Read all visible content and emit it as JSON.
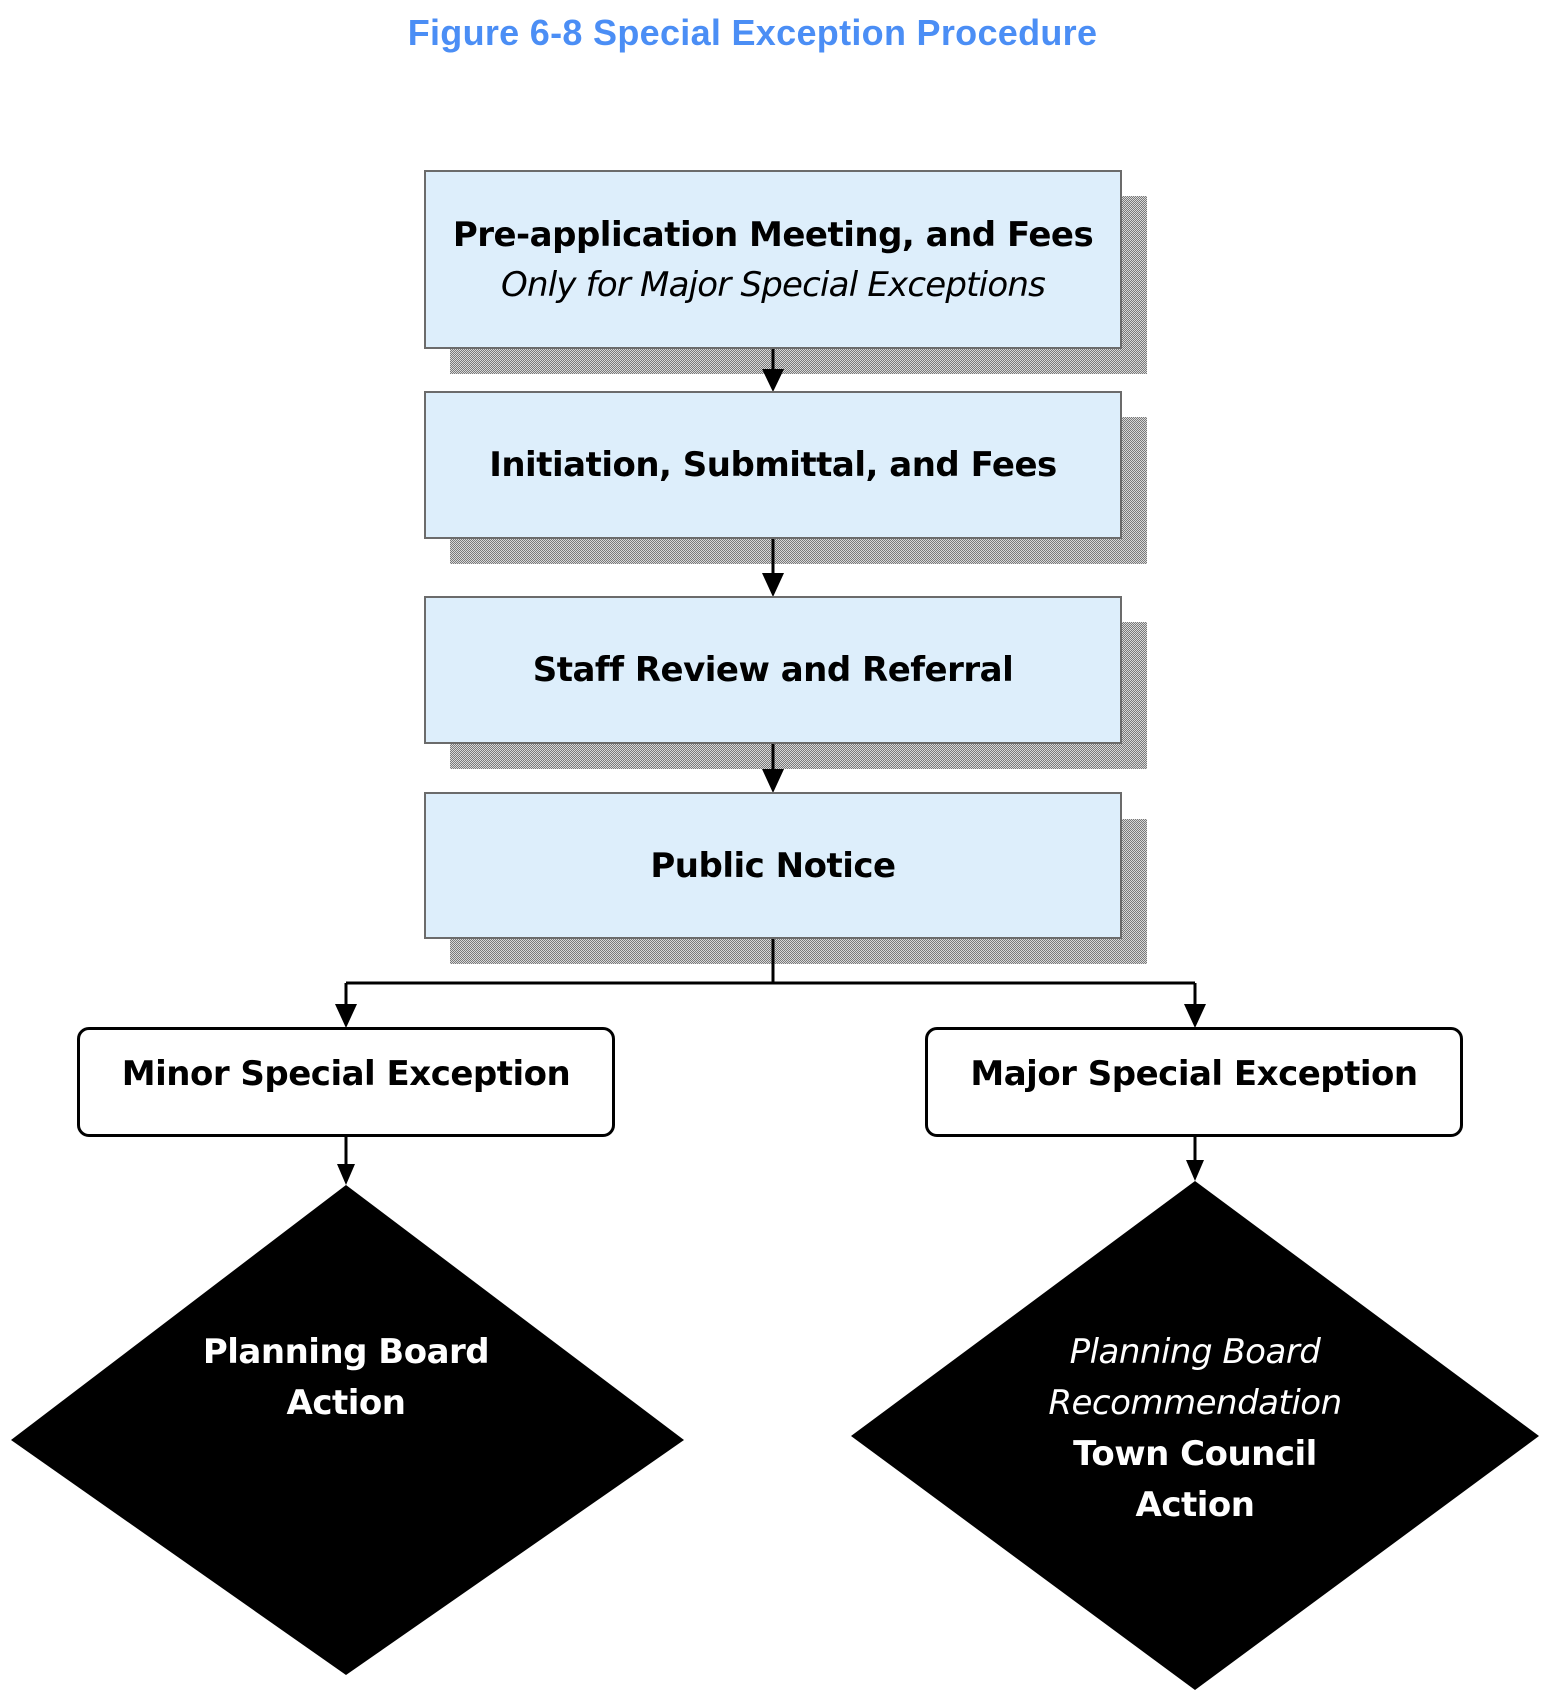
{
  "figure": {
    "title": "Figure 6-8 Special Exception Procedure",
    "title_color": "#4b8ef5",
    "step_fill": "#ddeefb",
    "step_border": "#6b6b6b"
  },
  "steps": [
    {
      "label": "Pre-application Meeting, and Fees",
      "note": "Only for Major Special Exceptions"
    },
    {
      "label": "Initiation, Submittal, and Fees"
    },
    {
      "label": "Staff Review and Referral"
    },
    {
      "label": "Public Notice"
    }
  ],
  "branches": {
    "minor": {
      "label": "Minor Special Exception",
      "decision": {
        "lines": [
          {
            "text": "Planning Board",
            "style": "bold"
          },
          {
            "text": "Action",
            "style": "bold"
          }
        ]
      }
    },
    "major": {
      "label": "Major Special Exception",
      "decision": {
        "lines": [
          {
            "text": "Planning Board",
            "style": "italic"
          },
          {
            "text": "Recommendation",
            "style": "italic"
          },
          {
            "text": "Town Council",
            "style": "bold"
          },
          {
            "text": "Action",
            "style": "bold"
          }
        ]
      }
    }
  }
}
